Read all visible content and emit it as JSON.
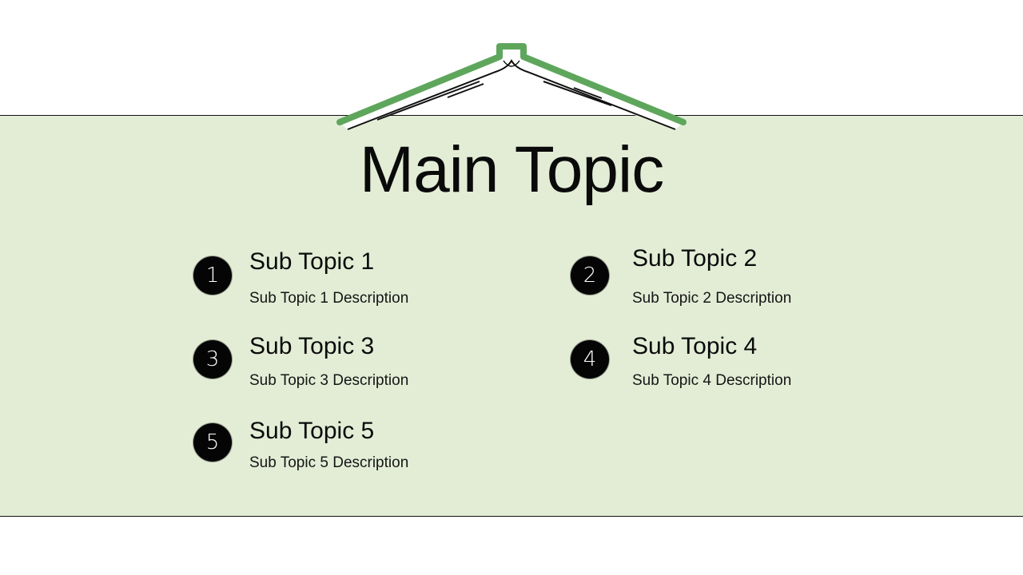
{
  "slide": {
    "title": "Main Topic",
    "colors": {
      "band": "#e3edd6",
      "book_cover": "#5ea65c",
      "badge": "#050505",
      "text": "#0a0a0a"
    },
    "book_icon": "open-book-icon",
    "subtopics": [
      {
        "number": "1",
        "title": "Sub Topic 1",
        "description": "Sub Topic 1 Description"
      },
      {
        "number": "2",
        "title": "Sub Topic 2",
        "description": "Sub Topic 2 Description"
      },
      {
        "number": "3",
        "title": "Sub Topic 3",
        "description": "Sub Topic 3 Description"
      },
      {
        "number": "4",
        "title": "Sub Topic 4",
        "description": "Sub Topic 4 Description"
      },
      {
        "number": "5",
        "title": "Sub Topic 5",
        "description": "Sub Topic 5 Description"
      }
    ]
  }
}
